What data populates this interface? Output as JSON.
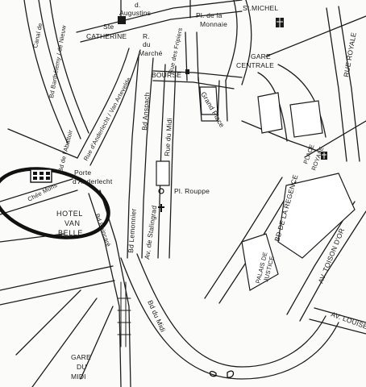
{
  "map": {
    "labels": {
      "augustins_top": "d.",
      "augustins": "Augustins",
      "pl_monnaie_1": "Pl. de la",
      "pl_monnaie_2": "Monnaie",
      "st_michel": "St.MICHEL",
      "ste_catherine_1": "Ste",
      "ste_catherine_2": "CATHERINE",
      "r_du_marche_1": "R.",
      "r_du_marche_2": "du",
      "r_du_marche_3": "Marché",
      "rue_fripiers": "Rue des Fripiers",
      "gare_centrale_1": "GARE",
      "gare_centrale_2": "CENTRALE",
      "rue_royale": "RUE ROYALE",
      "canal": "Canal de",
      "bd_barthelemy": "Bd Barthélemy / de Nieuw",
      "rue_anderlecht": "Rue d'Anderlecht / Van Artevelde",
      "bourse": "BOURSE",
      "grand_place": "Grand Place",
      "bd_anspach": "Bd Anspach",
      "rue_du_midi": "Rue du Midi",
      "bd_abattoir": "Bd de l'Abattoir",
      "porte_1": "Porte",
      "porte_2": "d'Anderlecht",
      "chee_mons": "Chée Mons",
      "hotel_1": "HOTEL",
      "hotel_2": "VAN",
      "hotel_3": "BELLE",
      "bd_poincare": "Bd Poincaré",
      "pl_rouppe": "Pl. Rouppe",
      "bd_lemonnier": "Bd Lemonnier",
      "av_stalingrad": "Av. de Stalingrad",
      "place_royale_1": "PLACE",
      "place_royale_2": "ROYALE",
      "bd_regence": "BD DE LA REGENCE",
      "palais_justice_1": "PALAIS DE",
      "palais_justice_2": "JUSTICE",
      "av_toison": "AV. TOISON D'OR",
      "av_louise": "AV. LOUISE",
      "bd_du_midi": "Bd du Midi",
      "gare_midi_1": "GARE",
      "gare_midi_2": "DU",
      "gare_midi_3": "MIDI"
    },
    "icons": {
      "church": "church-cross-icon",
      "hotel": "hotel-building-icon"
    }
  }
}
